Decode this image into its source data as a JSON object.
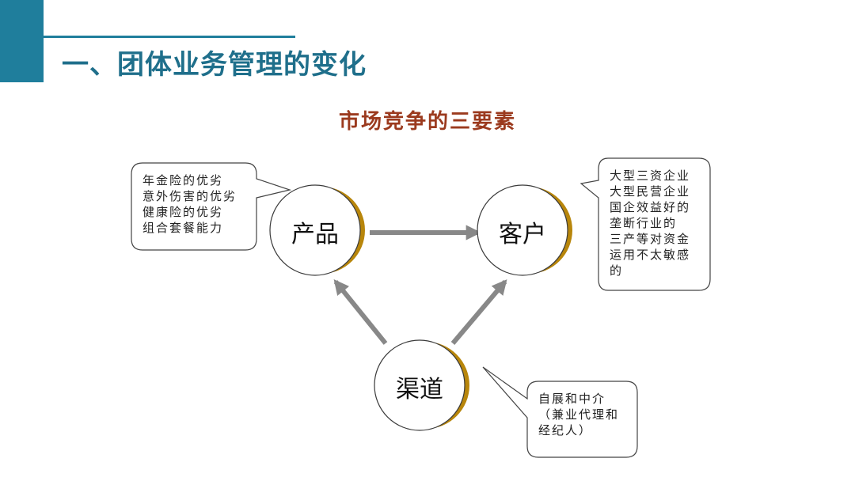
{
  "header": {
    "title": "一、团体业务管理的变化"
  },
  "diagram": {
    "title": "市场竞争的三要素",
    "nodes": {
      "product": "产品",
      "customer": "客户",
      "channel": "渠道"
    },
    "notes": {
      "product": [
        "年金险的优劣",
        "意外伤害的优劣",
        "健康险的优劣",
        "组合套餐能力"
      ],
      "customer": [
        "大型三资企业",
        "大型民营企业",
        "国企效益好的",
        "垄断行业的",
        "三产等对资金",
        "运用不太敏感",
        "的"
      ],
      "channel": [
        "自展和中介",
        "（兼业代理和",
        "经纪人）"
      ]
    }
  },
  "colors": {
    "accent": "#1f7e9c",
    "title_text": "#1f6f8b",
    "diagram_title": "#9b3a1e",
    "node_ring": "#b8860b",
    "arrow": "#888888"
  }
}
